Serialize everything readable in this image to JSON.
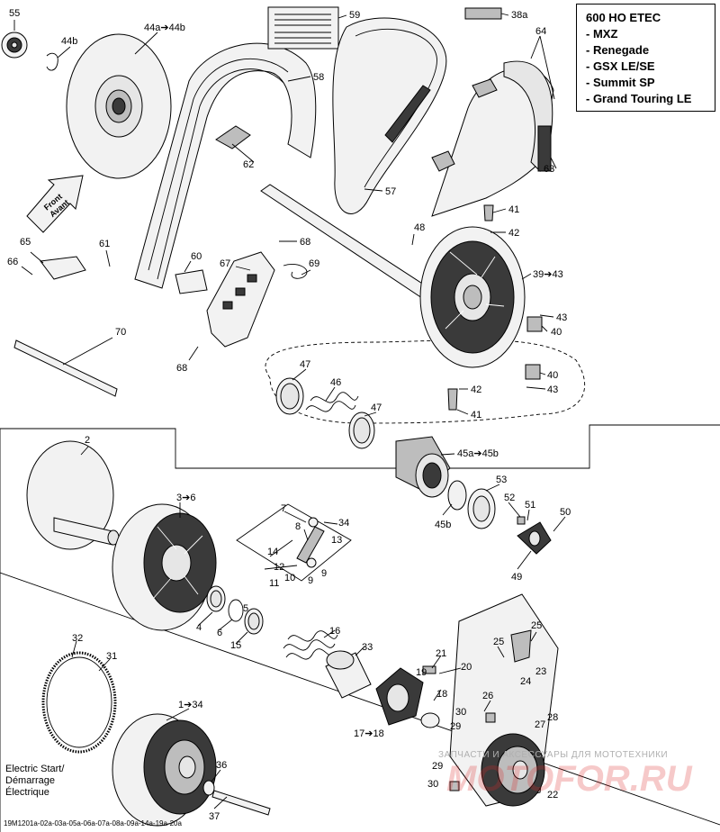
{
  "model_box": {
    "lines": [
      "600 HO ETEC",
      "- MXZ",
      "- Renegade",
      "- GSX LE/SE",
      "- Summit SP",
      "- Grand Touring LE"
    ]
  },
  "front_arrow": {
    "line1": "Front",
    "line2": "Avant"
  },
  "electric_start": {
    "line1": "Electric Start/",
    "line2": "Démarrage",
    "line3": "Électrique"
  },
  "footer_code": "19M1201a-02a-03a-05a-06a-07a-08a-09a-14a-19a-20a",
  "watermark": {
    "text": "ЗАПЧАСТИ И АКСЕССУАРЫ ДЛЯ МОТОТЕХНИКИ",
    "logo": "MOTOFOR.RU"
  },
  "callouts": {
    "c55": "55",
    "c44b": "44b",
    "c44a": "44a➔44b",
    "c59": "59",
    "c38a": "38a",
    "c64": "64",
    "c58": "58",
    "c62": "62",
    "c57": "57",
    "c41a": "41",
    "c42a": "42",
    "c48": "48",
    "c39": "39➔43",
    "c43a": "43",
    "c40a": "40",
    "c40b": "40",
    "c43b": "43",
    "c42b": "42",
    "c41b": "41",
    "c63": "63",
    "c65": "65",
    "c66": "66",
    "c61": "61",
    "c60": "60",
    "c67": "67",
    "c68a": "68",
    "c69": "69",
    "c70": "70",
    "c68b": "68",
    "c47a": "47",
    "c46": "46",
    "c47b": "47",
    "c45a": "45a➔45b",
    "c45b": "45b",
    "c53": "53",
    "c52": "52",
    "c51": "51",
    "c50": "50",
    "c49": "49",
    "c2": "2",
    "c3": "3➔6",
    "c7": "7",
    "c34a": "34",
    "c8": "8",
    "c14": "14",
    "c13": "13",
    "c12": "12",
    "c10": "10",
    "c11": "11",
    "c9a": "9",
    "c9b": "9",
    "c4": "4",
    "c6": "6",
    "c5": "5",
    "c15": "15",
    "c16": "16",
    "c33": "33",
    "c21": "21",
    "c20": "20",
    "c19": "19",
    "c18": "18",
    "c17": "17➔18",
    "c25a": "25",
    "c25b": "25",
    "c24": "24",
    "c23": "23",
    "c26": "26",
    "c27": "27",
    "c28": "28",
    "c30a": "30",
    "c29a": "29",
    "c29b": "29",
    "c30b": "30",
    "c22": "22",
    "c32": "32",
    "c31": "31",
    "c1": "1➔34",
    "c36": "36",
    "c37": "37"
  }
}
